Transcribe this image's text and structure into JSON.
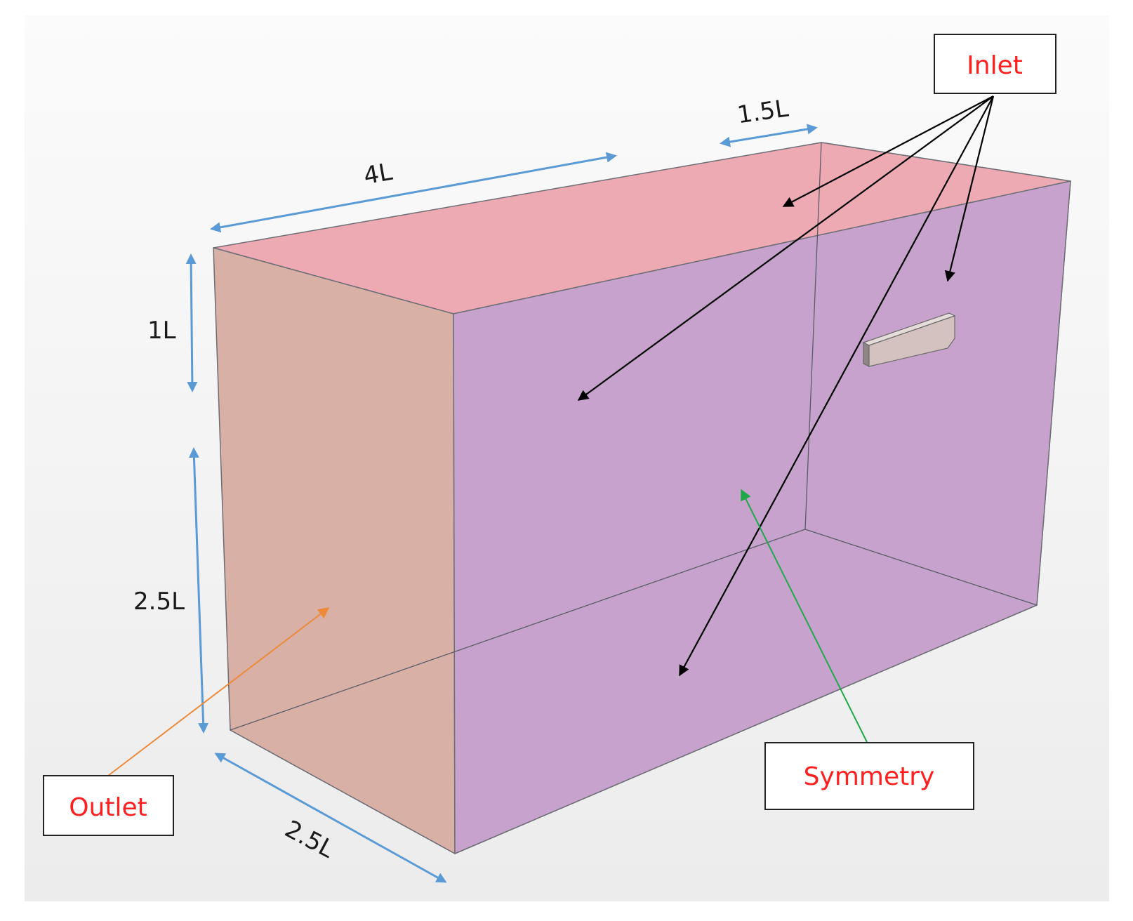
{
  "dimensions": {
    "length": "4L",
    "inlet_width": "1.5L",
    "upper_height": "1L",
    "lower_height": "2.5L",
    "depth": "2.5L"
  },
  "labels": {
    "inlet": "Inlet",
    "outlet": "Outlet",
    "symmetry": "Symmetry"
  },
  "colors": {
    "top_face": "#eeaab2",
    "outlet_face": "#d8b0a6",
    "front_face": "#c7a2cd",
    "back_face": "#b3a0c8",
    "bottom_face": "#c8a0cc",
    "body": "#d3c2c0",
    "dimension": "#5b9bd5",
    "label_text": "#ff1f1f",
    "inlet_pointer": "#000000",
    "outlet_pointer": "#ed8a3a",
    "symmetry_pointer": "#1fa84a"
  }
}
